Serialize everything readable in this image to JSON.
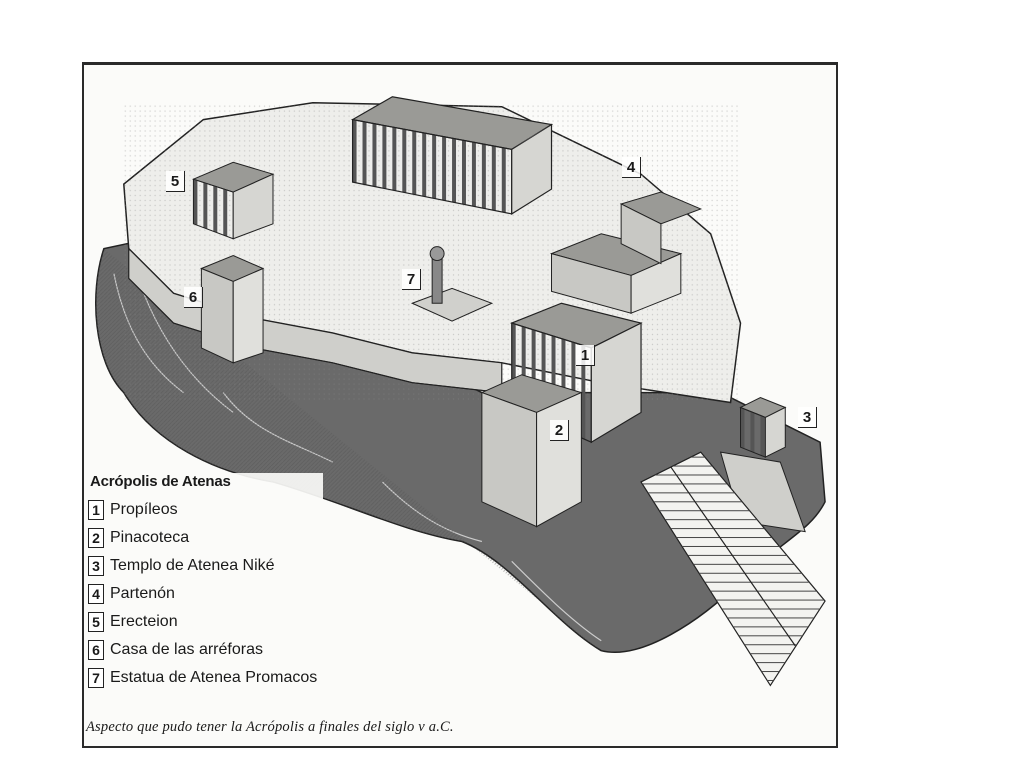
{
  "markers": [
    {
      "id": "marker-1",
      "num": "1"
    },
    {
      "id": "marker-2",
      "num": "2"
    },
    {
      "id": "marker-3",
      "num": "3"
    },
    {
      "id": "marker-4",
      "num": "4"
    },
    {
      "id": "marker-5",
      "num": "5"
    },
    {
      "id": "marker-6",
      "num": "6"
    },
    {
      "id": "marker-7",
      "num": "7"
    }
  ],
  "legend": {
    "title": "Acrópolis de Atenas",
    "items": [
      {
        "num": "1",
        "label": "Propíleos"
      },
      {
        "num": "2",
        "label": "Pinacoteca"
      },
      {
        "num": "3",
        "label": "Templo de Atenea Niké"
      },
      {
        "num": "4",
        "label": "Partenón"
      },
      {
        "num": "5",
        "label": "Erecteion"
      },
      {
        "num": "6",
        "label": "Casa de las arréforas"
      },
      {
        "num": "7",
        "label": "Estatua de Atenea Promacos"
      }
    ]
  },
  "caption": "Aspecto que pudo tener la Acrópolis a finales del siglo v a.C.",
  "colors": {
    "ink": "#1a1a1a",
    "rock": "#5a5a5a",
    "plateau": "#e9e9e6",
    "wall": "#cfcfcb",
    "roof": "#9a9a96"
  }
}
